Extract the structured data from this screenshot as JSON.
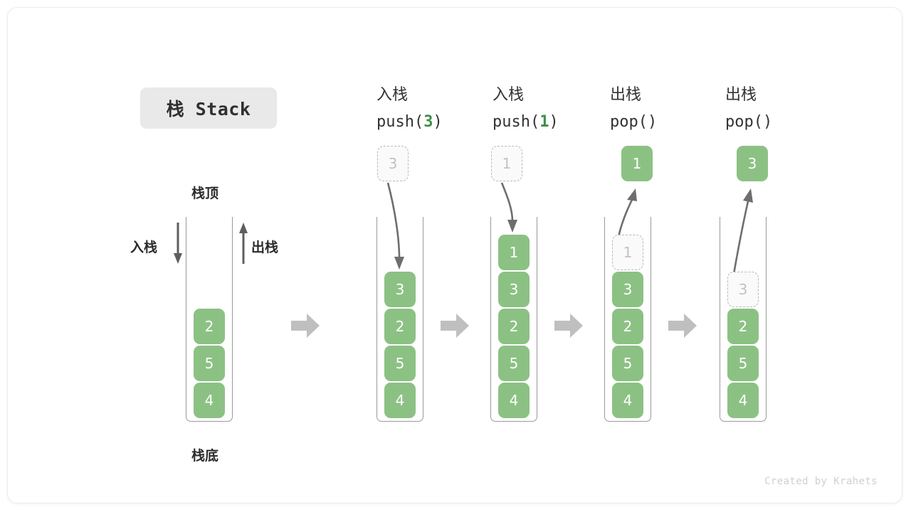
{
  "title": {
    "text": "栈 Stack"
  },
  "legend": {
    "top_label": "栈顶",
    "bottom_label": "栈底",
    "push_label": "入栈",
    "pop_label": "出栈"
  },
  "colors": {
    "element_green": "#8cc184",
    "ghost_gray": "#c2c2c2",
    "arrow_gray": "#6e6e6e",
    "step_arrow_gray": "#bfbfbf",
    "chip_bg": "#e9e9e9",
    "text_dark": "#2b2b2b",
    "accent_green_text": "#3f8f4a"
  },
  "steps": [
    {
      "id": "initial",
      "op_line1": "",
      "op_line2_prefix": "",
      "op_line2_arg": "",
      "op_line2_suffix": "",
      "cells_bottom_to_top": [
        "4",
        "5",
        "2"
      ],
      "float_cell": null,
      "float_cell_kind": null,
      "inner_ghost": null
    },
    {
      "id": "push-3",
      "op_line1": "入栈",
      "op_line2_prefix": "push(",
      "op_line2_arg": "3",
      "op_line2_suffix": ")",
      "cells_bottom_to_top": [
        "4",
        "5",
        "2",
        "3"
      ],
      "float_cell": "3",
      "float_cell_kind": "ghost",
      "inner_ghost": null
    },
    {
      "id": "push-1",
      "op_line1": "入栈",
      "op_line2_prefix": "push(",
      "op_line2_arg": "1",
      "op_line2_suffix": ")",
      "cells_bottom_to_top": [
        "4",
        "5",
        "2",
        "3",
        "1"
      ],
      "float_cell": "1",
      "float_cell_kind": "ghost",
      "inner_ghost": null
    },
    {
      "id": "pop-1",
      "op_line1": "出栈",
      "op_line2_prefix": "pop(",
      "op_line2_arg": "",
      "op_line2_suffix": ")",
      "cells_bottom_to_top": [
        "4",
        "5",
        "2",
        "3"
      ],
      "float_cell": "1",
      "float_cell_kind": "filled",
      "inner_ghost": "1"
    },
    {
      "id": "pop-3",
      "op_line1": "出栈",
      "op_line2_prefix": "pop(",
      "op_line2_arg": "",
      "op_line2_suffix": ")",
      "cells_bottom_to_top": [
        "4",
        "5",
        "2"
      ],
      "float_cell": "3",
      "float_cell_kind": "filled",
      "inner_ghost": "3"
    }
  ],
  "footer": {
    "credit": "Created by Krahets"
  }
}
